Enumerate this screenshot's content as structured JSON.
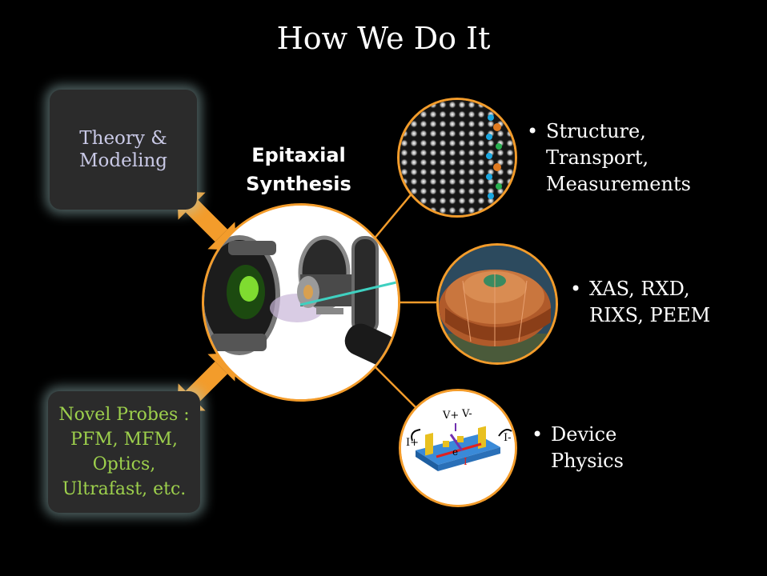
{
  "title": "How We Do It",
  "center": {
    "title": "Epitaxial Synthesis"
  },
  "boxes": {
    "theory": {
      "lines": [
        "Theory &",
        "Modeling"
      ]
    },
    "probes": {
      "lines": [
        "Novel Probes :",
        "PFM, MFM,",
        "Optics,",
        "Ultrafast, etc."
      ]
    }
  },
  "bullets": [
    {
      "lines": [
        "Structure,",
        "Transport,",
        "Measurements"
      ]
    },
    {
      "lines": [
        "XAS, RXD,",
        "RIXS, PEEM"
      ]
    },
    {
      "lines": [
        "Device",
        "Physics"
      ]
    }
  ],
  "device_labels": {
    "v_plus": "V+",
    "v_minus": "V-",
    "i_plus": "I+",
    "i_minus": "I-",
    "e": "e",
    "i": "I"
  },
  "colors": {
    "accent_orange": "#f39c2b",
    "box_glow": "#aad2d2",
    "theory_text": "#c9c9e6",
    "probes_text": "#9dd04c"
  }
}
